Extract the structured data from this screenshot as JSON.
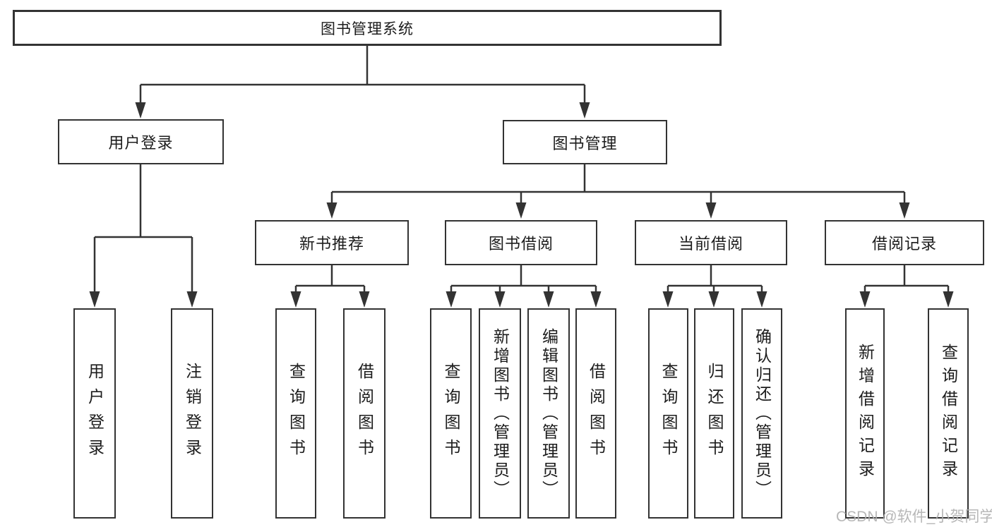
{
  "tree": {
    "label": "图书管理系统",
    "children": [
      {
        "label": "用户登录",
        "children": [
          {
            "label": "用户登录"
          },
          {
            "label": "注销登录"
          }
        ]
      },
      {
        "label": "图书管理",
        "children": [
          {
            "label": "新书推荐",
            "children": [
              {
                "label": "查询图书"
              },
              {
                "label": "借阅图书"
              }
            ]
          },
          {
            "label": "图书借阅",
            "children": [
              {
                "label": "查询图书"
              },
              {
                "label": "新增图书（管理员）"
              },
              {
                "label": "编辑图书（管理员）"
              },
              {
                "label": "借阅图书"
              }
            ]
          },
          {
            "label": "当前借阅",
            "children": [
              {
                "label": "查询图书"
              },
              {
                "label": "归还图书"
              },
              {
                "label": "确认归还（管理员）"
              }
            ]
          },
          {
            "label": "借阅记录",
            "children": [
              {
                "label": "新增借阅记录"
              },
              {
                "label": "查询借阅记录"
              }
            ]
          }
        ]
      }
    ]
  },
  "watermark": {
    "text": "CSDN @软件_小贺同学"
  },
  "colors": {
    "line": "#333333",
    "text": "#1c1c1c",
    "watermark": "#b3b3b3",
    "background": "#ffffff"
  }
}
